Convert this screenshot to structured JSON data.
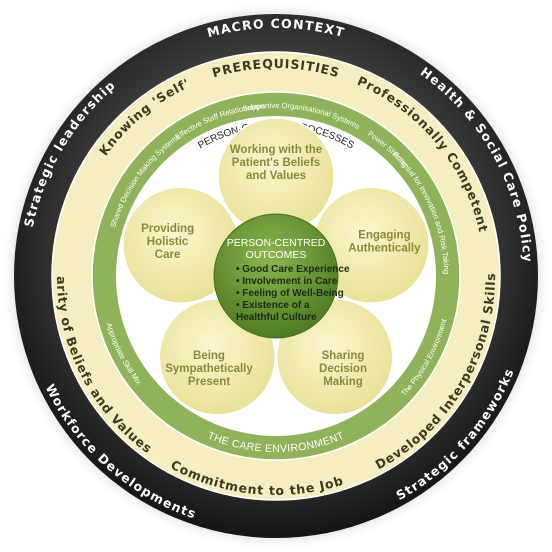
{
  "diagram": {
    "macro_ring": {
      "items": [
        "MACRO CONTEXT",
        "Health & Social Care Policy",
        "Strategic frameworks",
        "Workforce Developments",
        "Strategic leadership"
      ]
    },
    "prerequisites_ring": {
      "items": [
        "PREREQUISITIES",
        "Professionally Competent",
        "Developed Interpersonal Skills",
        "Commitment to the Job",
        "Clarity of Beliefs and Values",
        "Knowing 'Self'"
      ]
    },
    "care_environment_ring": {
      "label": "THE CARE ENVIRONMENT",
      "items": [
        "Supportive Organisational Systems",
        "Power Sharing",
        "Potential for Innovation and Risk Taking",
        "The Physical Environment",
        "Appropriate Skill Mix",
        "Shared Decision Making Systems",
        "Effective Staff Relationships"
      ]
    },
    "processes": {
      "label": "PERSON-CENTRED PROCESSES",
      "petals": [
        [
          "Working with the",
          "Patient's Beliefs",
          "and Values"
        ],
        [
          "Engaging",
          "Authentically"
        ],
        [
          "Sharing",
          "Decision",
          "Making"
        ],
        [
          "Being",
          "Sympathetically",
          "Present"
        ],
        [
          "Providing",
          "Holistic",
          "Care"
        ]
      ]
    },
    "outcomes": {
      "title_lines": [
        "PERSON-CENTRED",
        "OUTCOMES"
      ],
      "items": [
        "• Good Care Experience",
        "• Involvement in Care",
        "• Feeling of Well-Being",
        "• Existence of a",
        "   Healthful Culture"
      ]
    },
    "colors": {
      "macro_ring": "#2e2e2e",
      "prereq_ring": "#f6eec0",
      "care_ring": "#8fb35a",
      "petal_fill": "#f3ecab",
      "center_fill": "#6f9a3a"
    }
  }
}
